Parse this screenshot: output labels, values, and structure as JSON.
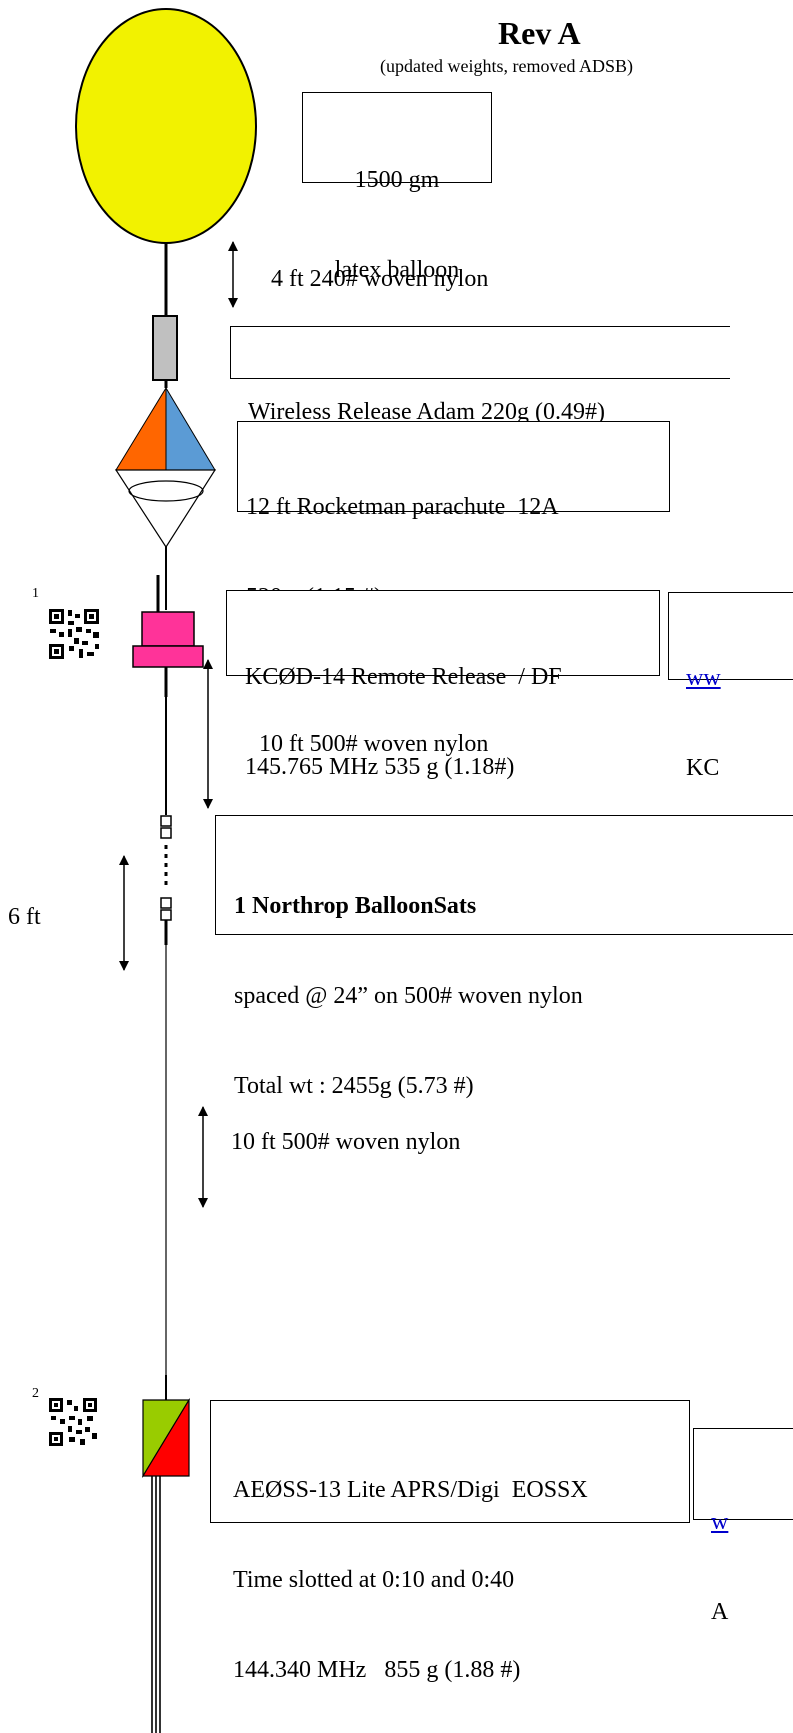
{
  "header": {
    "title": "Rev A",
    "subtitle": "(updated weights, removed ADSB)"
  },
  "balloon": {
    "line1": "1500 gm",
    "line2": "latex balloon",
    "color": "#f2f200"
  },
  "lines": {
    "nylon_4ft": "4 ft 240# woven nylon",
    "nylon_10ft_a": "10 ft 500# woven nylon",
    "nylon_10ft_b": "10 ft 500# woven nylon",
    "span_6ft": "6 ft"
  },
  "release": {
    "text": "Wireless Release Adam 220g (0.49#)",
    "color": "#c0c0c0"
  },
  "parachute": {
    "line1": "12 ft Rocketman parachute  12A",
    "line2": "520 g (1.15 #)",
    "color_left": "#ff6600",
    "color_right": "#5b9bd5"
  },
  "kc0d": {
    "index": "1",
    "line1": "KCØD-14 Remote Release  / DF",
    "line2": "145.765 MHz 535 g (1.18#)",
    "side_line1": "ww",
    "side_line2": "KC",
    "color": "#ff3399"
  },
  "balloonsats": {
    "line1": "1 Northrop BalloonSats",
    "line2": "spaced @ 24” on 500# woven nylon",
    "line3": "Total wt : 2455g (5.73 #)"
  },
  "aeoss": {
    "index": "2",
    "line1": "AEØSS-13 Lite APRS/Digi  EOSSX",
    "line2": "Time slotted at 0:10 and 0:40",
    "line3": "144.340 MHz   855 g (1.88 #)",
    "side_line1": "w",
    "side_line2": "A",
    "color_green": "#99cc00",
    "color_red": "#ff0000"
  }
}
